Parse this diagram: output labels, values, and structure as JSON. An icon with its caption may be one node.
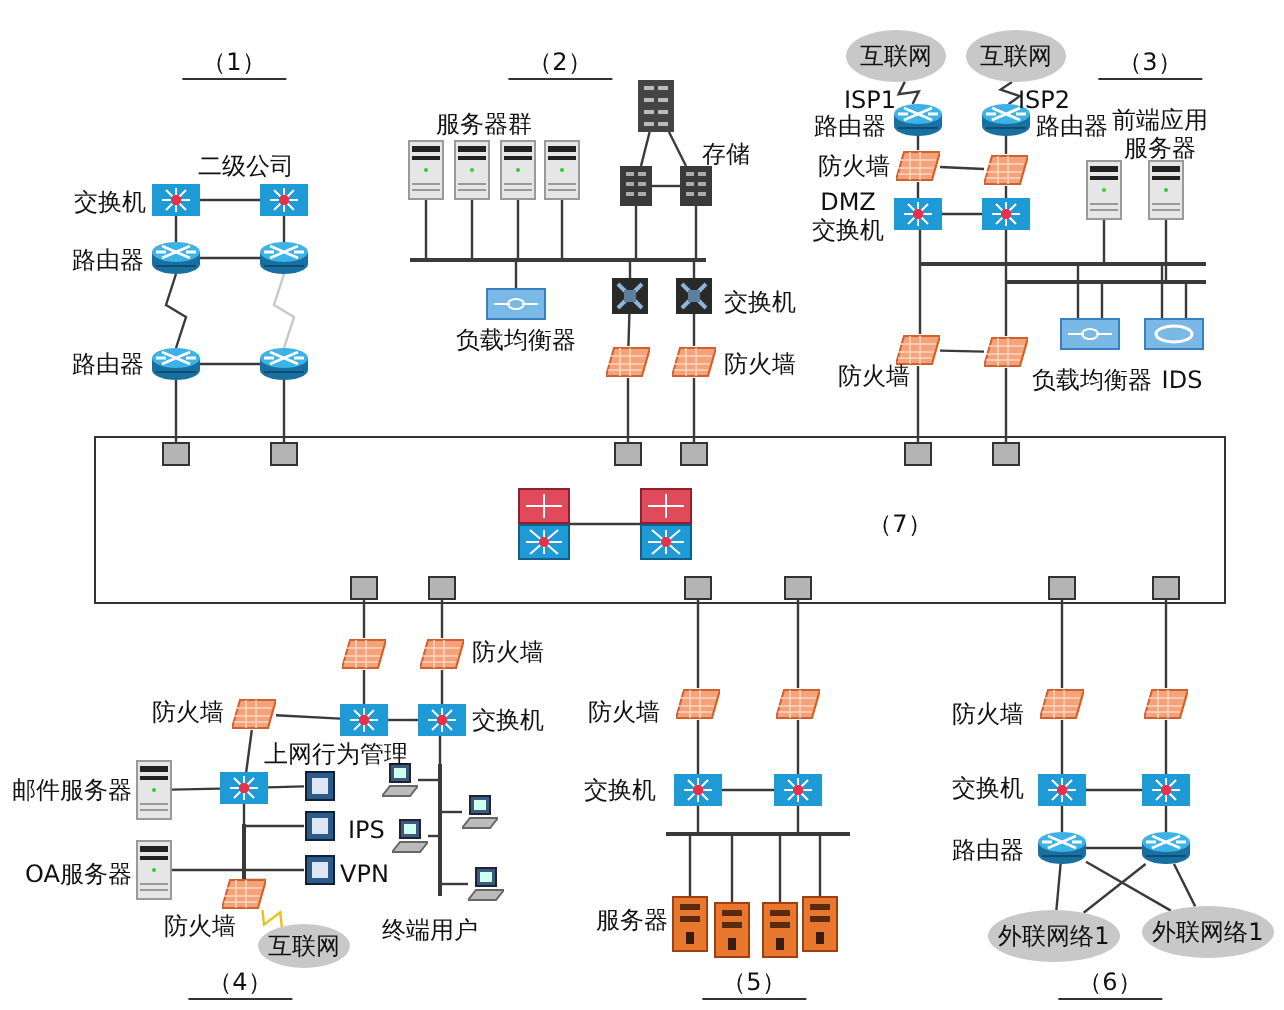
{
  "diagram": {
    "nodes": [
      {
        "text": [],
        "shape": "picture",
        "beside": [
          "交换机"
        ]
      },
      {
        "text": [],
        "shape": "picture"
      },
      {
        "text": [],
        "shape": "picture",
        "beside": [
          "路由器"
        ]
      },
      {
        "text": [],
        "shape": "picture"
      },
      {
        "text": [],
        "shape": "picture",
        "beside": [
          "路由器"
        ]
      },
      {
        "text": [],
        "shape": "picture"
      },
      {
        "text": [],
        "shape": "picture"
      },
      {
        "text": [],
        "shape": "picture"
      },
      {
        "text": [],
        "shape": "picture"
      },
      {
        "text": [],
        "shape": "picture"
      },
      {
        "text": [],
        "shape": "bar"
      },
      {
        "text": [],
        "shape": "picture",
        "beside": [
          "负载均衡器"
        ]
      },
      {
        "text": [],
        "shape": "picture"
      },
      {
        "text": [],
        "shape": "picture"
      },
      {
        "text": [],
        "shape": "picture",
        "beside": [
          "存储"
        ]
      },
      {
        "text": [],
        "shape": "picture"
      },
      {
        "text": [],
        "shape": "picture",
        "beside": [
          "交换机"
        ]
      },
      {
        "text": [],
        "shape": "picture"
      },
      {
        "text": [],
        "shape": "picture",
        "beside": [
          "防火墙"
        ]
      },
      {
        "text": [
          "互联网"
        ]
      },
      {
        "text": [
          "互联网"
        ]
      },
      {
        "text": [],
        "shape": "picture",
        "beside": [
          "路由器"
        ]
      },
      {
        "text": [],
        "shape": "picture",
        "beside": [
          "路由器"
        ]
      },
      {
        "text": [],
        "shape": "picture",
        "beside": [
          "防火墙"
        ]
      },
      {
        "text": [],
        "shape": "picture"
      },
      {
        "text": [],
        "shape": "picture",
        "beside": [
          "DMZ 交换机"
        ]
      },
      {
        "text": [],
        "shape": "picture"
      },
      {
        "text": [],
        "shape": "picture"
      },
      {
        "text": [],
        "shape": "picture"
      },
      {
        "text": [],
        "shape": "bar"
      },
      {
        "text": [],
        "shape": "bar"
      },
      {
        "text": [],
        "shape": "picture"
      },
      {
        "text": [],
        "shape": "picture",
        "beside": [
          "IDS"
        ]
      },
      {
        "text": [],
        "shape": "picture",
        "beside": [
          "防火墙"
        ]
      },
      {
        "text": [],
        "shape": "picture"
      },
      {
        "text": [
          "（7）"
        ]
      },
      {
        "text": [],
        "shape": "box",
        "in": 35
      },
      {
        "text": [],
        "shape": "box",
        "in": 35
      },
      {
        "text": [],
        "shape": "box",
        "in": 35
      },
      {
        "text": [],
        "shape": "box",
        "in": 35
      },
      {
        "text": [],
        "shape": "box",
        "in": 35
      },
      {
        "text": [],
        "shape": "box",
        "in": 35
      },
      {
        "text": [],
        "shape": "box",
        "in": 35
      },
      {
        "text": [],
        "shape": "box",
        "in": 35
      },
      {
        "text": [],
        "shape": "box",
        "in": 35
      },
      {
        "text": [],
        "shape": "box",
        "in": 35
      },
      {
        "text": [],
        "shape": "box",
        "in": 35
      },
      {
        "text": [],
        "shape": "box",
        "in": 35
      },
      {
        "text": [],
        "shape": "picture",
        "in": 35
      },
      {
        "text": [],
        "shape": "picture",
        "in": 35
      },
      {
        "text": [],
        "shape": "picture"
      },
      {
        "text": [],
        "shape": "picture",
        "beside": [
          "防火墙"
        ]
      },
      {
        "text": [],
        "shape": "picture"
      },
      {
        "text": [],
        "shape": "picture",
        "beside": [
          "交换机"
        ]
      },
      {
        "text": [],
        "shape": "picture",
        "beside": [
          "防火墙"
        ]
      },
      {
        "text": [],
        "shape": "picture"
      },
      {
        "text": [],
        "shape": "picture",
        "beside": [
          "邮件服务器"
        ]
      },
      {
        "text": [],
        "shape": "picture",
        "beside": [
          "OA服务器"
        ]
      },
      {
        "text": [],
        "shape": "picture",
        "beside": [
          "上网行为管理"
        ]
      },
      {
        "text": [],
        "shape": "picture",
        "beside": [
          "IPS"
        ]
      },
      {
        "text": [],
        "shape": "picture",
        "beside": [
          "VPN"
        ]
      },
      {
        "text": [],
        "shape": "bar"
      },
      {
        "text": [],
        "shape": "picture",
        "beside": [
          "防火墙"
        ]
      },
      {
        "text": [
          "互联网"
        ]
      },
      {
        "text": [],
        "shape": "bar"
      },
      {
        "text": [],
        "shape": "picture"
      },
      {
        "text": [],
        "shape": "picture"
      },
      {
        "text": [],
        "shape": "picture"
      },
      {
        "text": [],
        "shape": "picture"
      },
      {
        "text": [],
        "shape": "picture",
        "beside": [
          "防火墙"
        ]
      },
      {
        "text": [],
        "shape": "picture"
      },
      {
        "text": [],
        "shape": "picture",
        "beside": [
          "交换机"
        ]
      },
      {
        "text": [],
        "shape": "picture"
      },
      {
        "text": [],
        "shape": "bar"
      },
      {
        "text": [],
        "shape": "picture",
        "beside": [
          "服务器"
        ]
      },
      {
        "text": [],
        "shape": "picture"
      },
      {
        "text": [],
        "shape": "picture"
      },
      {
        "text": [],
        "shape": "picture"
      },
      {
        "text": [],
        "shape": "picture",
        "beside": [
          "防火墙"
        ]
      },
      {
        "text": [],
        "shape": "picture"
      },
      {
        "text": [],
        "shape": "picture",
        "beside": [
          "交换机"
        ]
      },
      {
        "text": [],
        "shape": "picture"
      },
      {
        "text": [],
        "shape": "picture",
        "beside": [
          "路由器"
        ]
      },
      {
        "text": [],
        "shape": "picture"
      },
      {
        "text": [
          "外联网络1"
        ]
      },
      {
        "text": [
          "外联网络1"
        ]
      }
    ],
    "edges": [
      {
        "from": 0,
        "to": 1,
        "arrow": "none"
      },
      {
        "from": 0,
        "to": 2,
        "arrow": "none"
      },
      {
        "from": 1,
        "to": 3,
        "arrow": "none"
      },
      {
        "from": 2,
        "to": 3,
        "arrow": "none"
      },
      {
        "from": 2,
        "to": 4,
        "arrow": "none"
      },
      {
        "from": 3,
        "to": 5,
        "arrow": "none",
        "color": "#c8c8c8"
      },
      {
        "from": 4,
        "to": 5,
        "arrow": "none"
      },
      {
        "from": 4,
        "to": 36,
        "arrow": "none"
      },
      {
        "from": 5,
        "to": 37,
        "arrow": "none"
      },
      {
        "from": 6,
        "to": 10,
        "arrow": "none"
      },
      {
        "from": 7,
        "to": 10,
        "arrow": "none"
      },
      {
        "from": 8,
        "to": 10,
        "arrow": "none"
      },
      {
        "from": 9,
        "to": 10,
        "arrow": "none"
      },
      {
        "from": 10,
        "to": 11,
        "arrow": "none"
      },
      {
        "from": 12,
        "to": 13,
        "arrow": "none"
      },
      {
        "from": 12,
        "to": 14,
        "arrow": "none"
      },
      {
        "from": 13,
        "to": 14,
        "arrow": "none"
      },
      {
        "from": 13,
        "to": 10,
        "arrow": "none"
      },
      {
        "from": 14,
        "to": 10,
        "arrow": "none"
      },
      {
        "from": 10,
        "to": 15,
        "arrow": "none"
      },
      {
        "from": 10,
        "to": 16,
        "arrow": "none"
      },
      {
        "from": 15,
        "to": 17,
        "arrow": "none"
      },
      {
        "from": 16,
        "to": 18,
        "arrow": "none"
      },
      {
        "from": 17,
        "to": 38,
        "arrow": "none"
      },
      {
        "from": 18,
        "to": 39,
        "arrow": "none"
      },
      {
        "from": 19,
        "to": 21,
        "arrow": "none"
      },
      {
        "from": 20,
        "to": 22,
        "arrow": "none"
      },
      {
        "from": 21,
        "to": 23,
        "arrow": "none"
      },
      {
        "from": 22,
        "to": 24,
        "arrow": "none"
      },
      {
        "from": 23,
        "to": 24,
        "arrow": "none"
      },
      {
        "from": 23,
        "to": 25,
        "arrow": "none"
      },
      {
        "from": 24,
        "to": 26,
        "arrow": "none"
      },
      {
        "from": 25,
        "to": 26,
        "arrow": "none"
      },
      {
        "from": 25,
        "to": 29,
        "arrow": "none"
      },
      {
        "from": 26,
        "to": 30,
        "arrow": "none"
      },
      {
        "from": 27,
        "to": 29,
        "arrow": "none"
      },
      {
        "from": 28,
        "to": 30,
        "arrow": "none"
      },
      {
        "from": 29,
        "to": 31,
        "arrow": "none"
      },
      {
        "from": 30,
        "to": 31,
        "arrow": "none"
      },
      {
        "from": 29,
        "to": 32,
        "arrow": "none"
      },
      {
        "from": 30,
        "to": 32,
        "arrow": "none"
      },
      {
        "from": 29,
        "to": 33,
        "arrow": "none"
      },
      {
        "from": 30,
        "to": 34,
        "arrow": "none"
      },
      {
        "from": 33,
        "to": 34,
        "arrow": "none"
      },
      {
        "from": 33,
        "to": 40,
        "arrow": "none"
      },
      {
        "from": 34,
        "to": 41,
        "arrow": "none"
      },
      {
        "from": 48,
        "to": 49,
        "arrow": "none"
      },
      {
        "from": 42,
        "to": 50,
        "arrow": "none"
      },
      {
        "from": 43,
        "to": 51,
        "arrow": "none"
      },
      {
        "from": 50,
        "to": 52,
        "arrow": "none"
      },
      {
        "from": 51,
        "to": 53,
        "arrow": "none"
      },
      {
        "from": 52,
        "to": 53,
        "arrow": "none"
      },
      {
        "from": 54,
        "to": 52,
        "arrow": "none"
      },
      {
        "from": 54,
        "to": 55,
        "arrow": "none"
      },
      {
        "from": 55,
        "to": 56,
        "arrow": "none"
      },
      {
        "from": 55,
        "to": 58,
        "arrow": "none"
      },
      {
        "from": 55,
        "to": 61,
        "arrow": "none"
      },
      {
        "from": 61,
        "to": 59,
        "arrow": "none"
      },
      {
        "from": 61,
        "to": 60,
        "arrow": "none"
      },
      {
        "from": 61,
        "to": 57,
        "arrow": "none"
      },
      {
        "from": 61,
        "to": 62,
        "arrow": "none"
      },
      {
        "from": 62,
        "to": 63,
        "arrow": "none",
        "color": "#e8c020"
      },
      {
        "from": 53,
        "to": 64,
        "arrow": "none"
      },
      {
        "from": 64,
        "to": 65,
        "arrow": "none"
      },
      {
        "from": 64,
        "to": 66,
        "arrow": "none"
      },
      {
        "from": 64,
        "to": 67,
        "arrow": "none"
      },
      {
        "from": 64,
        "to": 68,
        "arrow": "none"
      },
      {
        "from": 44,
        "to": 69,
        "arrow": "none"
      },
      {
        "from": 45,
        "to": 70,
        "arrow": "none"
      },
      {
        "from": 69,
        "to": 71,
        "arrow": "none"
      },
      {
        "from": 70,
        "to": 72,
        "arrow": "none"
      },
      {
        "from": 71,
        "to": 72,
        "arrow": "none"
      },
      {
        "from": 71,
        "to": 73,
        "arrow": "none"
      },
      {
        "from": 72,
        "to": 73,
        "arrow": "none"
      },
      {
        "from": 73,
        "to": 74,
        "arrow": "none"
      },
      {
        "from": 73,
        "to": 75,
        "arrow": "none"
      },
      {
        "from": 73,
        "to": 76,
        "arrow": "none"
      },
      {
        "from": 73,
        "to": 77,
        "arrow": "none"
      },
      {
        "from": 46,
        "to": 78,
        "arrow": "none"
      },
      {
        "from": 47,
        "to": 79,
        "arrow": "none"
      },
      {
        "from": 78,
        "to": 80,
        "arrow": "none"
      },
      {
        "from": 79,
        "to": 81,
        "arrow": "none"
      },
      {
        "from": 80,
        "to": 81,
        "arrow": "none"
      },
      {
        "from": 80,
        "to": 82,
        "arrow": "none"
      },
      {
        "from": 81,
        "to": 83,
        "arrow": "none"
      },
      {
        "from": 82,
        "to": 83,
        "arrow": "none"
      },
      {
        "from": 82,
        "to": 84,
        "arrow": "none"
      },
      {
        "from": 82,
        "to": 85,
        "arrow": "none"
      },
      {
        "from": 83,
        "to": 84,
        "arrow": "none"
      },
      {
        "from": 83,
        "to": 85,
        "arrow": "none"
      }
    ],
    "labels": [
      "（1）",
      "二级公司",
      "（2）",
      "服务器群",
      "（3）",
      "ISP1",
      "ISP2",
      "前端应用服务器",
      "负载均衡器",
      "终端用户",
      "（4）",
      "（5）",
      "（6）"
    ]
  }
}
